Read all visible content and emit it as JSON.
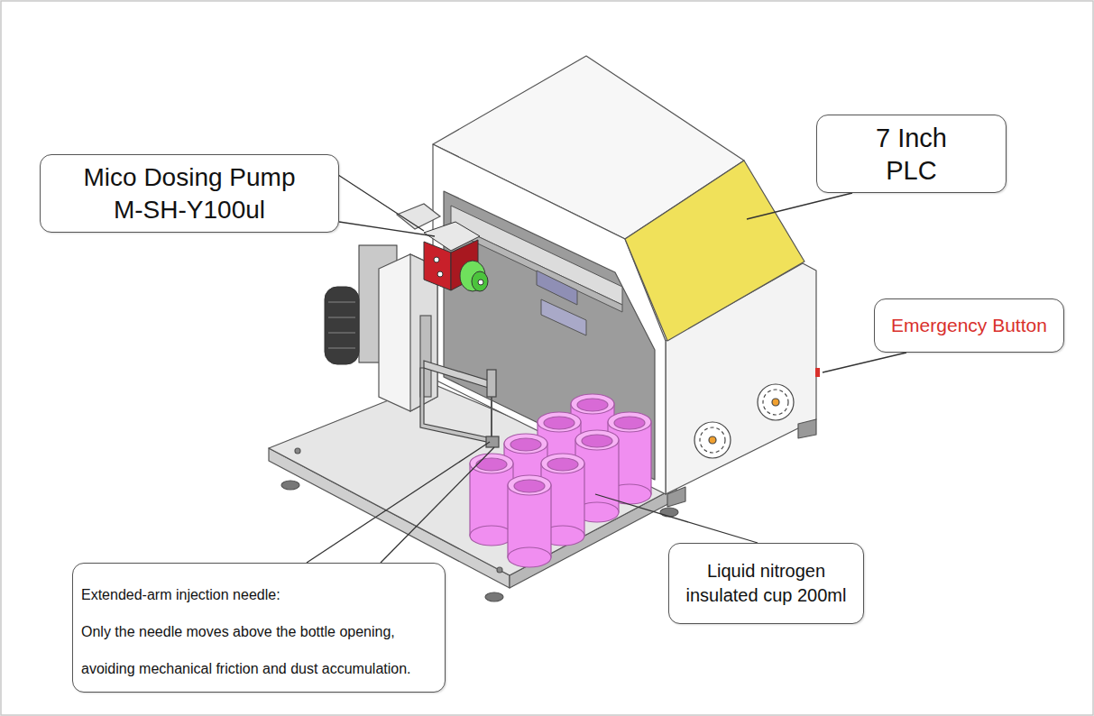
{
  "diagram": {
    "nodes": [
      {
        "text": [
          "Mico Dosing Pump M-SH-Y100ul"
        ]
      },
      {
        "text": [
          "7 Inch PLC"
        ]
      },
      {
        "text": [
          "Emergency Button"
        ]
      },
      {
        "text": [
          "Extended-arm injection needle:",
          "Only the needle moves above the bottle opening, avoiding mechanical friction and dust accumulation."
        ]
      },
      {
        "text": [
          "Liquid nitrogen insulated cup 200ml"
        ]
      }
    ]
  }
}
